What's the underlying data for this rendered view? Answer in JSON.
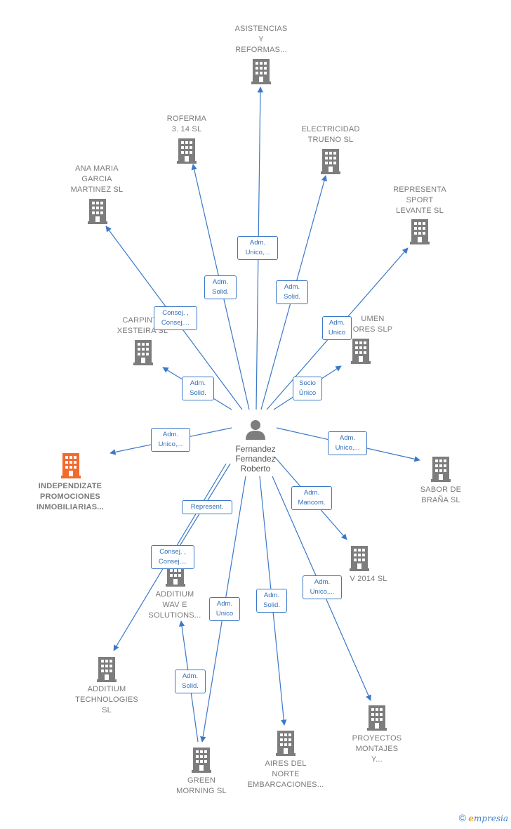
{
  "center": {
    "name": "Fernandez\nFernandez\nRoberto"
  },
  "colors": {
    "edge": "#3a78c8",
    "building": "#7d7d7d",
    "highlight": "#f26a2e"
  },
  "nodes": [
    {
      "id": "asistencias",
      "label": "ASISTENCIAS\nY\nREFORMAS...",
      "edge": "Adm.\nUnico,..."
    },
    {
      "id": "roferma",
      "label": "ROFERMA\n3. 14  SL",
      "edge": "Adm.\nSolid."
    },
    {
      "id": "electricidad",
      "label": "ELECTRICIDAD\nTRUENO  SL",
      "edge": "Adm.\nSolid."
    },
    {
      "id": "ana-maria",
      "label": "ANA MARIA\nGARCIA\nMARTINEZ SL",
      "edge": "Consej. ,\nConsej...."
    },
    {
      "id": "representa",
      "label": "REPRESENTA\nSPORT\nLEVANTE  SL",
      "edge": "Adm.\nUnico"
    },
    {
      "id": "carpinteria",
      "label": "CARPINTE\nXESTEIRA  SL",
      "edge": "Adm.\nSolid."
    },
    {
      "id": "volumen",
      "label": "UMEN\nORES  SLP",
      "edge": "Socio\nÚnico"
    },
    {
      "id": "independizate",
      "label": "INDEPENDIZATE\nPROMOCIONES\nINMOBILIARIAS...",
      "edge": "Adm.\nUnico,...",
      "main": true
    },
    {
      "id": "sabor",
      "label": "SABOR DE\nBRAÑA  SL",
      "edge": "Adm.\nUnico,..."
    },
    {
      "id": "v2014",
      "label": "V 2014  SL",
      "edge": "Adm.\nMancom."
    },
    {
      "id": "additium-wav",
      "label": "ADDITIUM\nWAV E\nSOLUTIONS...",
      "edge": "Represent."
    },
    {
      "id": "additium-tech",
      "label": "ADDITIUM\nTECHNOLOGIES\nSL",
      "edge": "Consej. ,\nConsej...."
    },
    {
      "id": "green",
      "label": "GREEN\nMORNING  SL",
      "edge": "Adm.\nUnico",
      "edge2": "Adm.\nSolid."
    },
    {
      "id": "aires",
      "label": "AIRES DEL\nNORTE\nEMBARCACIONES...",
      "edge": "Adm.\nSolid."
    },
    {
      "id": "proyectos",
      "label": "PROYECTOS\nMONTAJES\nY...",
      "edge": "Adm.\nUnico,..."
    }
  ],
  "footer": {
    "copyright": "©",
    "brand_initial": "e",
    "brand_rest": "mpresia"
  }
}
